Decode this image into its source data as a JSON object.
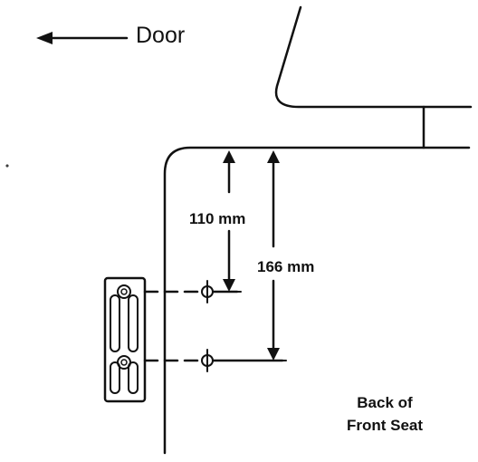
{
  "labels": {
    "door": "Door",
    "dim_110": "110 mm",
    "dim_166": "166 mm",
    "seat_line1": "Back of",
    "seat_line2": "Front Seat"
  },
  "colors": {
    "ink": "#111111",
    "background": "#ffffff"
  }
}
